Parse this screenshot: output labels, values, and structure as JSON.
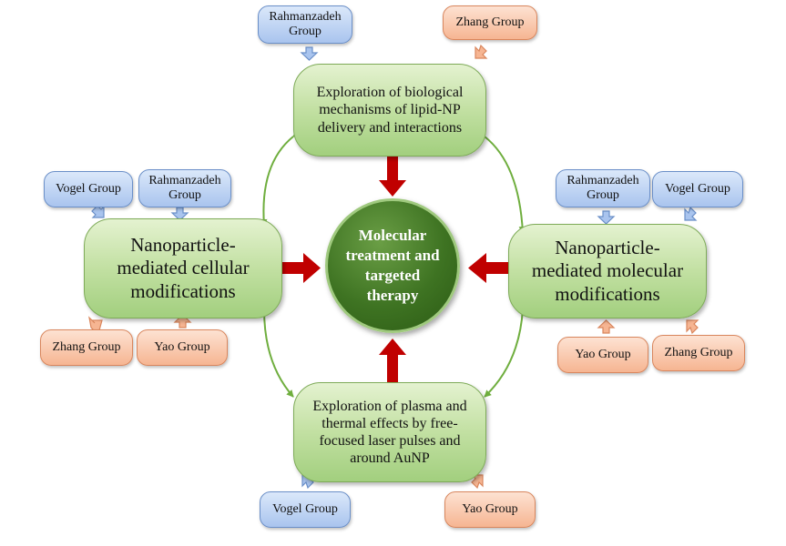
{
  "center": {
    "label": "Molecular treatment and targeted therapy"
  },
  "nodes": {
    "top": "Exploration of biological mechanisms of lipid-NP delivery and interactions",
    "left": "Nanoparticle-mediated cellular modifications",
    "right": "Nanoparticle-mediated molecular modifications",
    "bottom": "Exploration of plasma and thermal effects by free-focused laser pulses and around AuNP"
  },
  "groups": {
    "top_left": "Rahmanzadeh Group",
    "top_right": "Zhang Group",
    "left_top_1": "Vogel Group",
    "left_top_2": "Rahmanzadeh Group",
    "left_bottom_1": "Zhang Group",
    "left_bottom_2": "Yao Group",
    "right_top_1": "Rahmanzadeh Group",
    "right_top_2": "Vogel Group",
    "right_bottom_1": "Yao Group",
    "right_bottom_2": "Zhang Group",
    "bottom_left": "Vogel Group",
    "bottom_right": "Yao Group"
  },
  "colors": {
    "node_fill": "#c2e0a2",
    "center_fill": "#3e7322",
    "center_text": "#ffffff",
    "group_blue": "#a9c4ee",
    "group_orange": "#f6b592",
    "red_arrow": "#c00000",
    "connector": "#6fae3e"
  }
}
